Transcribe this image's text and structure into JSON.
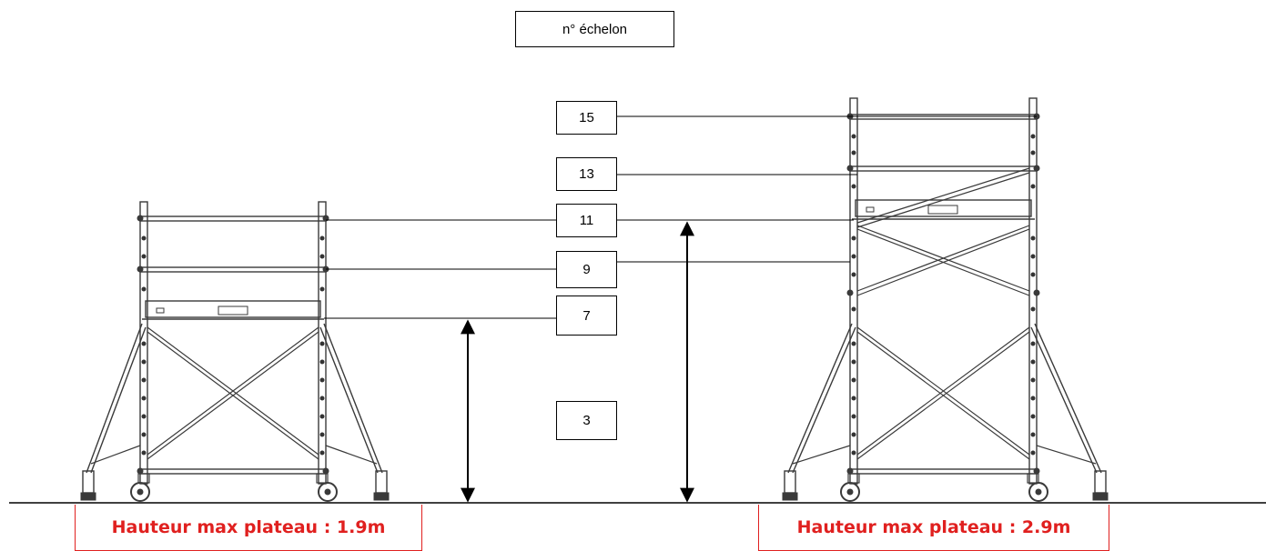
{
  "header_label": "n° échelon",
  "rungs": {
    "r15": "15",
    "r13": "13",
    "r11": "11",
    "r9": "9",
    "r7": "7",
    "r3": "3"
  },
  "left_caption": "Hauteur max plateau : 1.9m",
  "right_caption": "Hauteur max plateau : 2.9m",
  "colors": {
    "caption": "#e0201f",
    "line": "#000000",
    "frame": "#3a3a3a"
  }
}
